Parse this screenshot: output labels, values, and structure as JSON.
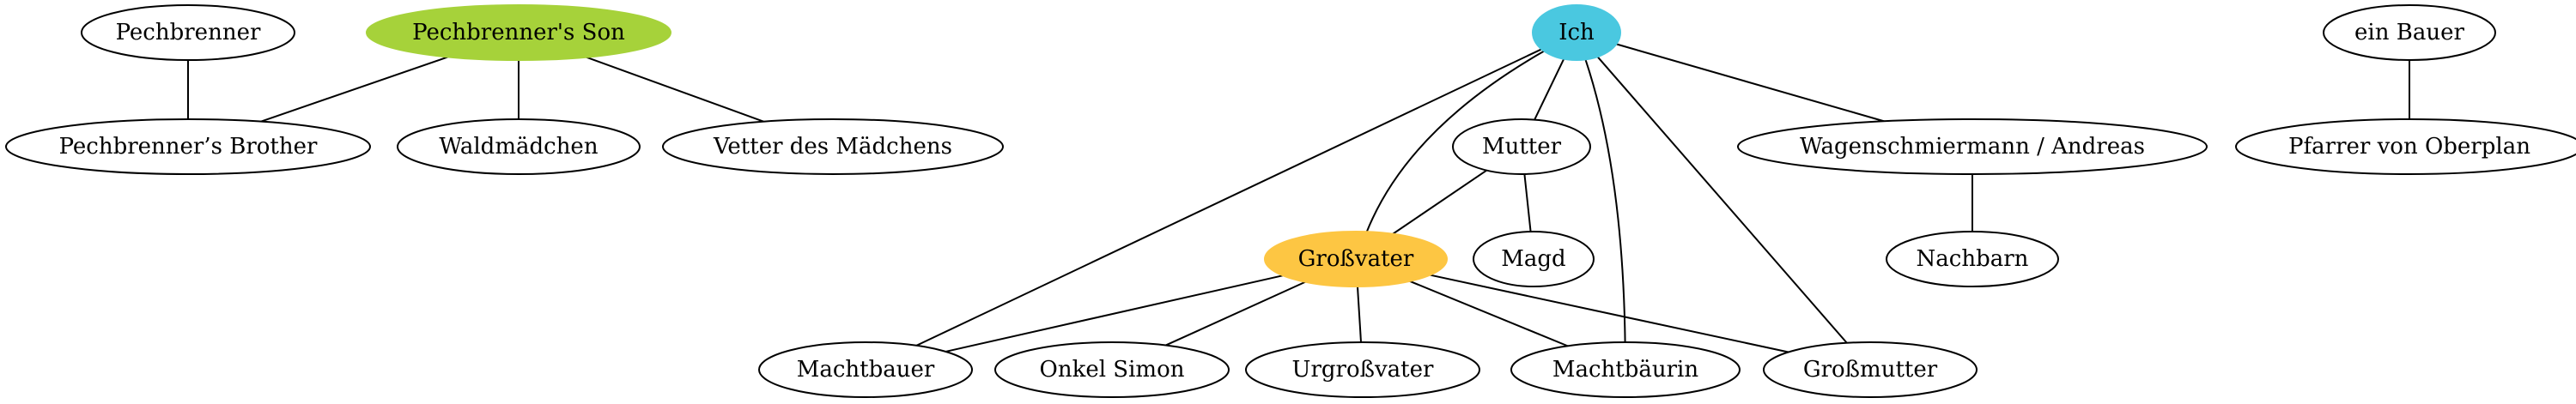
{
  "diagram": {
    "nodes": [
      {
        "id": "pechbrenner",
        "label": "Pechbrenner",
        "fill": "#ffffff"
      },
      {
        "id": "pechbrenners_son",
        "label": "Pechbrenner's Son",
        "fill": "#a6d23a"
      },
      {
        "id": "pechbrenners_brother",
        "label": "Pechbrenner’s Brother",
        "fill": "#ffffff"
      },
      {
        "id": "waldmaedchen",
        "label": "Waldmädchen",
        "fill": "#ffffff"
      },
      {
        "id": "vetter",
        "label": "Vetter des Mädchens",
        "fill": "#ffffff"
      },
      {
        "id": "ich",
        "label": "Ich",
        "fill": "#4ac8e0"
      },
      {
        "id": "mutter",
        "label": "Mutter",
        "fill": "#ffffff"
      },
      {
        "id": "wagenschmiermann",
        "label": "Wagenschmiermann / Andreas",
        "fill": "#ffffff"
      },
      {
        "id": "grossvater",
        "label": "Großvater",
        "fill": "#fdc643"
      },
      {
        "id": "magd",
        "label": "Magd",
        "fill": "#ffffff"
      },
      {
        "id": "nachbarn",
        "label": "Nachbarn",
        "fill": "#ffffff"
      },
      {
        "id": "machtbauer",
        "label": "Machtbauer",
        "fill": "#ffffff"
      },
      {
        "id": "onkel_simon",
        "label": "Onkel Simon",
        "fill": "#ffffff"
      },
      {
        "id": "urgrossvater",
        "label": "Urgroßvater",
        "fill": "#ffffff"
      },
      {
        "id": "machtbaeurin",
        "label": "Machtbäurin",
        "fill": "#ffffff"
      },
      {
        "id": "grossmutter",
        "label": "Großmutter",
        "fill": "#ffffff"
      },
      {
        "id": "ein_bauer",
        "label": "ein Bauer",
        "fill": "#ffffff"
      },
      {
        "id": "pfarrer",
        "label": "Pfarrer von Oberplan",
        "fill": "#ffffff"
      }
    ],
    "edges": [
      {
        "from": "pechbrenner",
        "to": "pechbrenners_brother"
      },
      {
        "from": "pechbrenners_son",
        "to": "pechbrenners_brother"
      },
      {
        "from": "pechbrenners_son",
        "to": "waldmaedchen"
      },
      {
        "from": "pechbrenners_son",
        "to": "vetter"
      },
      {
        "from": "ich",
        "to": "machtbauer"
      },
      {
        "from": "ich",
        "to": "grossvater"
      },
      {
        "from": "ich",
        "to": "mutter"
      },
      {
        "from": "ich",
        "to": "machtbaeurin"
      },
      {
        "from": "ich",
        "to": "grossmutter"
      },
      {
        "from": "ich",
        "to": "wagenschmiermann"
      },
      {
        "from": "mutter",
        "to": "grossvater"
      },
      {
        "from": "mutter",
        "to": "magd"
      },
      {
        "from": "wagenschmiermann",
        "to": "nachbarn"
      },
      {
        "from": "grossvater",
        "to": "machtbauer"
      },
      {
        "from": "grossvater",
        "to": "onkel_simon"
      },
      {
        "from": "grossvater",
        "to": "urgrossvater"
      },
      {
        "from": "grossvater",
        "to": "machtbaeurin"
      },
      {
        "from": "grossvater",
        "to": "grossmutter"
      },
      {
        "from": "ein_bauer",
        "to": "pfarrer"
      }
    ]
  }
}
